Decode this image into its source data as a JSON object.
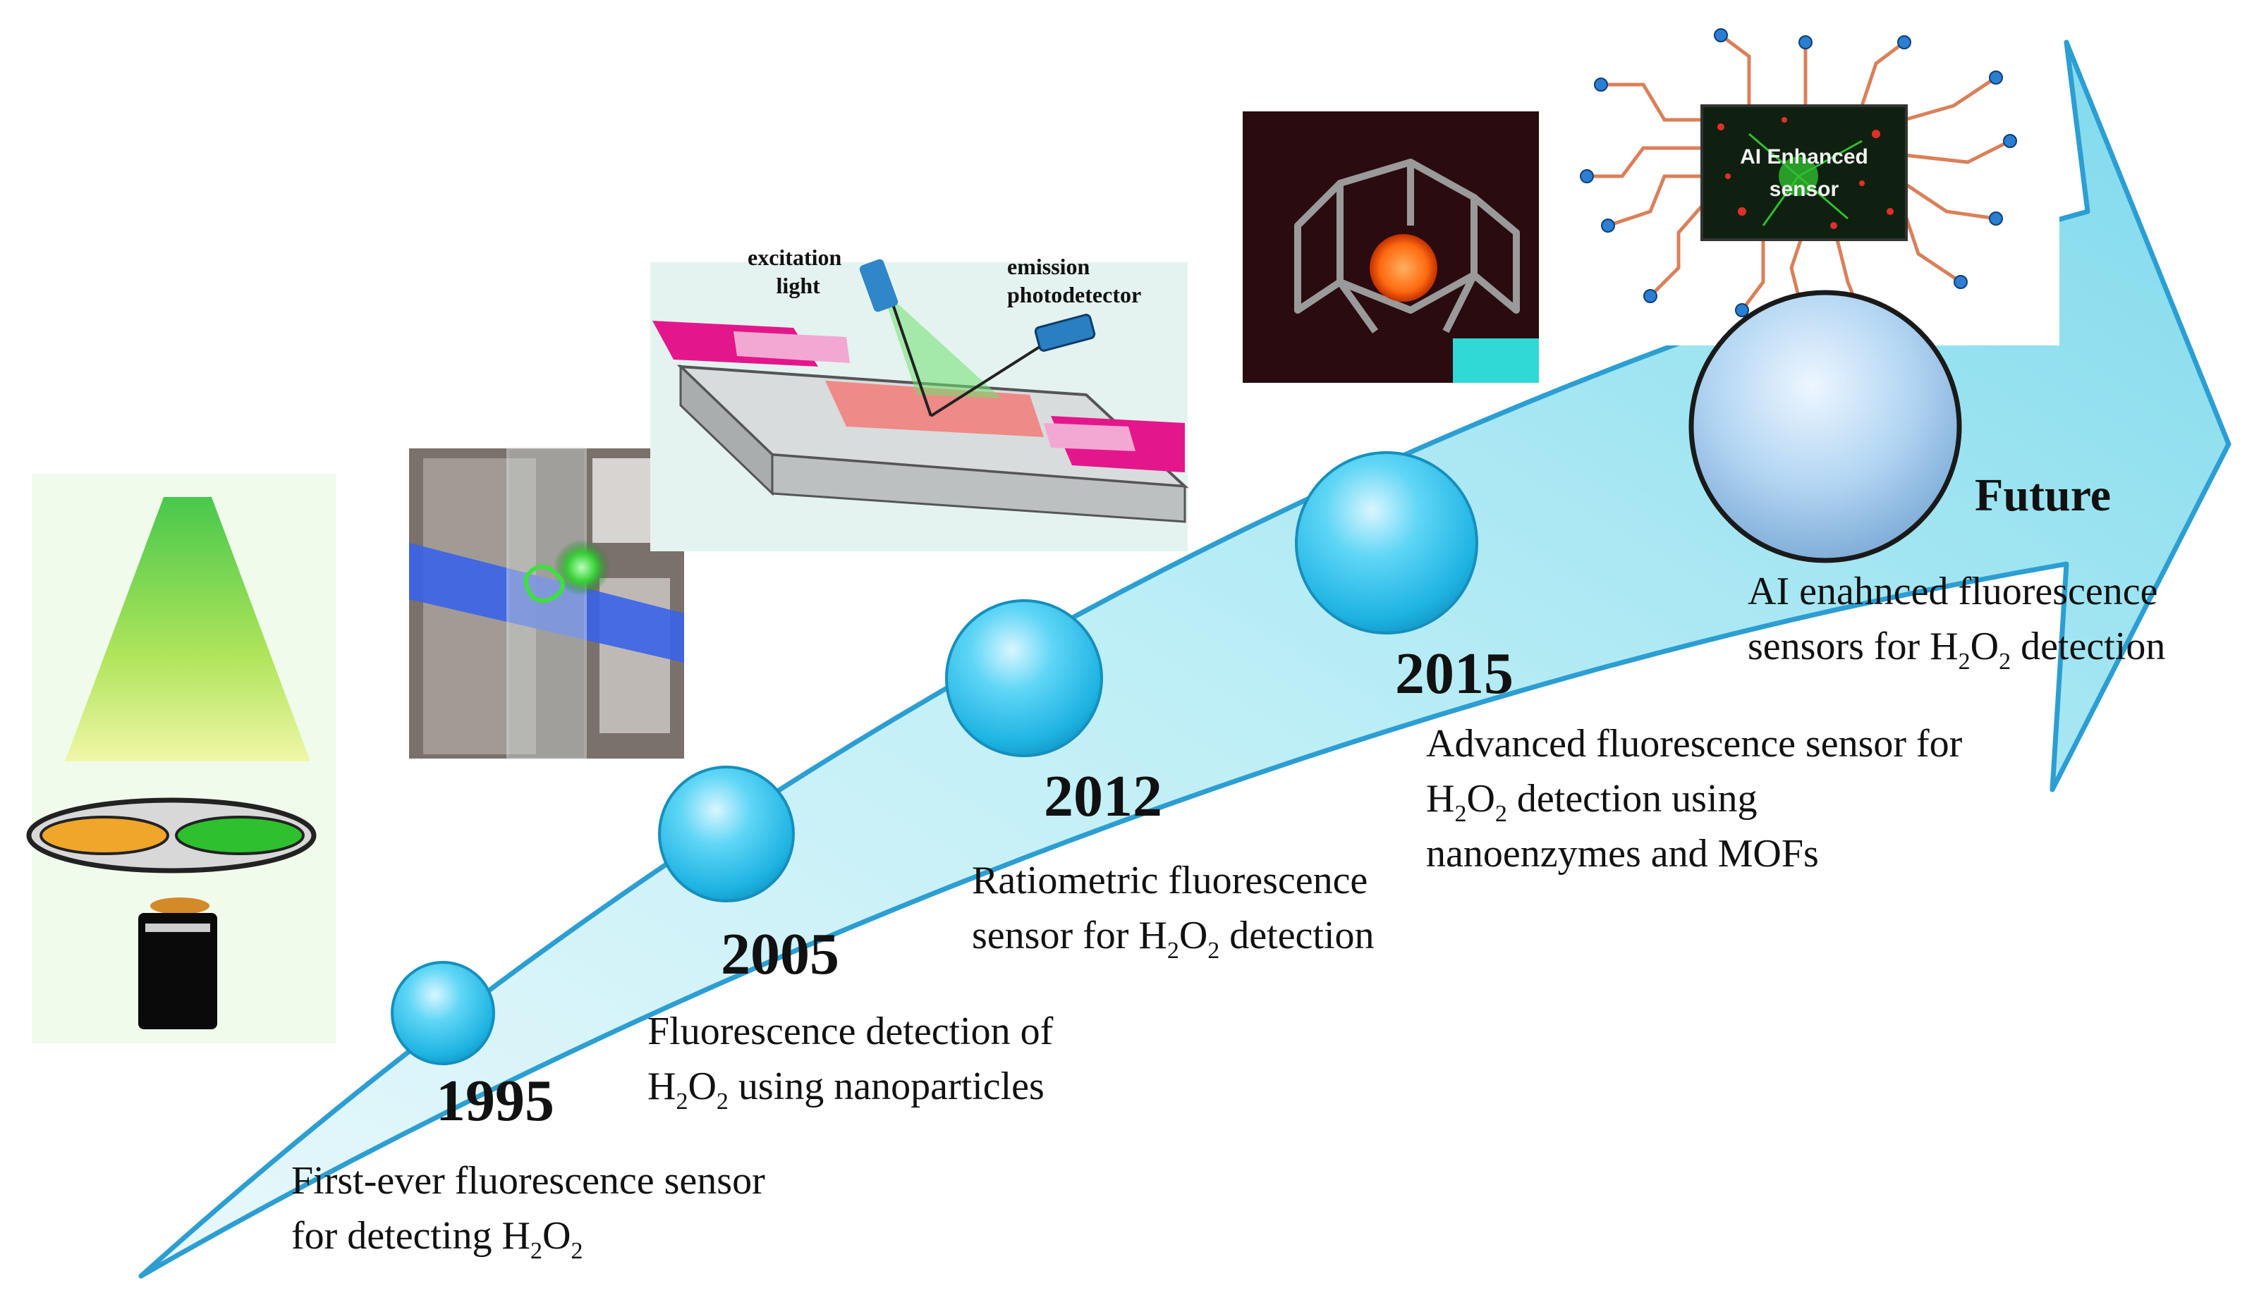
{
  "milestones": [
    {
      "year": "1995",
      "line1": "First-ever fluorescence sensor",
      "line2_pre": "for detecting H",
      "sub1": "2",
      "mid": "O",
      "sub2": "2",
      "line2_post": ""
    },
    {
      "year": "2005",
      "line1": "Fluorescence detection of",
      "line2_pre": "H",
      "sub1": "2",
      "mid": "O",
      "sub2": "2",
      "line2_post": " using nanoparticles"
    },
    {
      "year": "2012",
      "line1": "Ratiometric fluorescence",
      "line2_pre": "sensor for H",
      "sub1": "2",
      "mid": "O",
      "sub2": "2",
      "line2_post": " detection"
    },
    {
      "year": "2015",
      "line1": "Advanced fluorescence sensor for",
      "line2_pre": "H",
      "sub1": "2",
      "mid": "O",
      "sub2": "2",
      "line2_post": " detection using",
      "line3": "nanoenzymes and MOFs"
    },
    {
      "year": "Future",
      "line1": "AI enahnced fluorescence",
      "line2_pre": "sensors for H",
      "sub1": "2",
      "mid": "O",
      "sub2": "2",
      "line2_post": " detection"
    }
  ],
  "setup_labels": {
    "excitation": "excitation",
    "light": "light",
    "emission": "emission",
    "photodetector": "photodetector"
  },
  "ai_sensor": {
    "line1": "AI Enhanced",
    "line2": "sensor"
  },
  "colors": {
    "arrow_fill": "#aee6f2",
    "sphere_cyan": "#2cc4ec",
    "future_sphere": "#9cc8ec",
    "magenta": "#d01e8c",
    "green_glow": "#3cd43c"
  }
}
